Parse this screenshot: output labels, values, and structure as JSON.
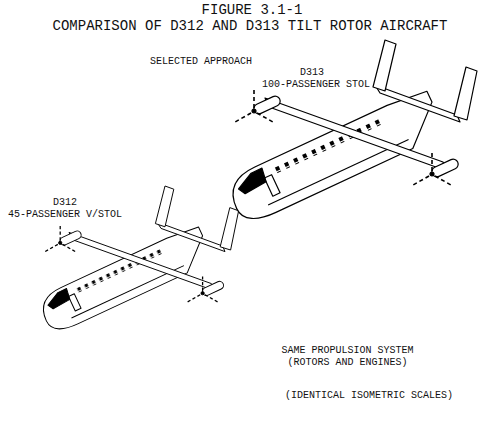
{
  "diagram": {
    "title": "COMPARISON OF D312 AND D313 TILT ROTOR AIRCRAFT",
    "labels": [
      "FIGURE 3.1-1",
      "SELECTED APPROACH",
      "D313",
      "100-PASSENGER STOL",
      "D312",
      "45-PASSENGER V/STOL",
      "SAME PROPULSION SYSTEM (ROTORS AND ENGINES)",
      "(IDENTICAL ISOMETRIC SCALES)"
    ]
  }
}
